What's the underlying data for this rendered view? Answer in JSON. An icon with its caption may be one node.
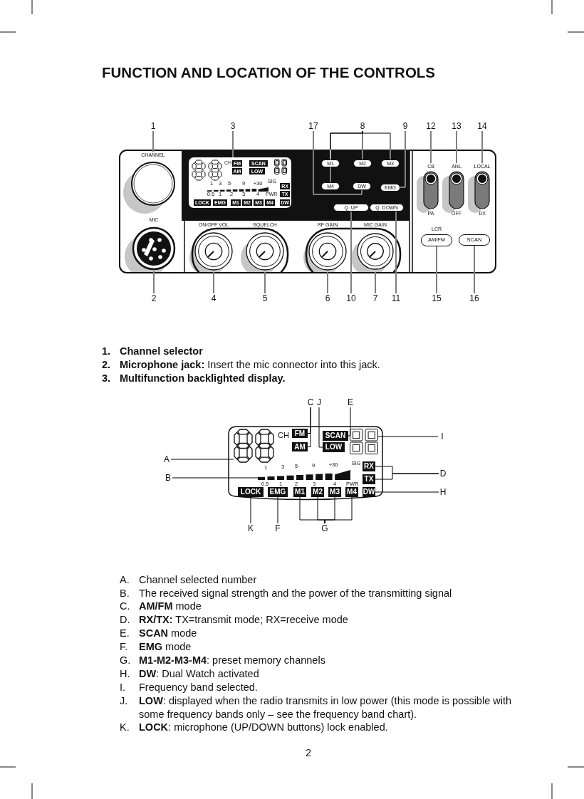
{
  "diagram": {
    "title": "FUNCTION AND LOCATION OF THE CONTROLS",
    "nodes": [
      {
        "text": [
          "1"
        ]
      },
      {
        "text": [
          "3"
        ]
      },
      {
        "text": [
          "17"
        ]
      },
      {
        "text": [
          "8"
        ]
      },
      {
        "text": [
          "9"
        ]
      },
      {
        "text": [
          "12"
        ]
      },
      {
        "text": [
          "13"
        ]
      },
      {
        "text": [
          "14"
        ]
      },
      {
        "text": [],
        "shape": "box"
      },
      {
        "text": [
          "CHANNEL"
        ],
        "in": 8
      },
      {
        "text": [
          "MIC"
        ],
        "in": 8
      },
      {
        "text": [
          "CH",
          "FM",
          "AM",
          "SCAN",
          "LOW",
          "1",
          "3",
          "5",
          "9",
          "+30",
          "SIG",
          "0.5",
          "1",
          "2",
          "3",
          "4",
          "PWR",
          "RX",
          "TX",
          "LOCK",
          "EMG",
          "M1",
          "M2",
          "M3",
          "M4",
          "DW"
        ],
        "in": 8
      },
      {
        "text": [
          "M1"
        ],
        "in": 8
      },
      {
        "text": [
          "M2"
        ],
        "in": 8
      },
      {
        "text": [
          "M3"
        ],
        "in": 8
      },
      {
        "text": [
          "M4"
        ],
        "in": 8
      },
      {
        "text": [
          "DW"
        ],
        "in": 8
      },
      {
        "text": [
          "EMG"
        ],
        "in": 8
      },
      {
        "text": [
          "Q. UP"
        ],
        "in": 8
      },
      {
        "text": [
          "Q. DOWN"
        ],
        "in": 8
      },
      {
        "text": [
          "CB",
          "PA"
        ],
        "in": 8
      },
      {
        "text": [
          "ANL",
          "OFF"
        ],
        "in": 8
      },
      {
        "text": [
          "LOCAL",
          "DX"
        ],
        "in": 8
      },
      {
        "text": [
          "ON/OFF VOL"
        ],
        "in": 8
      },
      {
        "text": [
          "SQUELCH"
        ],
        "in": 8
      },
      {
        "text": [
          "RF GAIN"
        ],
        "in": 8
      },
      {
        "text": [
          "MIC GAIN"
        ],
        "in": 8
      },
      {
        "text": [
          "LCR",
          "AM/FM"
        ],
        "in": 8
      },
      {
        "text": [
          "SCAN"
        ],
        "in": 8
      },
      {
        "text": [
          "2"
        ]
      },
      {
        "text": [
          "4"
        ]
      },
      {
        "text": [
          "5"
        ]
      },
      {
        "text": [
          "6"
        ]
      },
      {
        "text": [
          "10"
        ]
      },
      {
        "text": [
          "7"
        ]
      },
      {
        "text": [
          "11"
        ]
      },
      {
        "text": [
          "15"
        ]
      },
      {
        "text": [
          "16"
        ]
      },
      {
        "text": [
          "C"
        ]
      },
      {
        "text": [
          "J"
        ]
      },
      {
        "text": [
          "E"
        ]
      },
      {
        "text": [
          "CH",
          "1",
          "3",
          "5",
          "9",
          "+30",
          "SIG",
          "0.5",
          "1",
          "2",
          "3",
          "4",
          "PWR"
        ]
      },
      {
        "text": [],
        "shape": "digits",
        "in": 41
      },
      {
        "text": [
          "FM"
        ],
        "in": 41
      },
      {
        "text": [
          "AM"
        ],
        "in": 41
      },
      {
        "text": [
          "SCAN"
        ],
        "in": 41
      },
      {
        "text": [
          "LOW"
        ],
        "in": 41
      },
      {
        "text": [],
        "shape": "digits",
        "in": 41
      },
      {
        "text": [],
        "shape": "bar",
        "in": 41
      },
      {
        "text": [
          "RX"
        ],
        "in": 41
      },
      {
        "text": [
          "TX"
        ],
        "in": 41
      },
      {
        "text": [
          "LOCK"
        ],
        "in": 41
      },
      {
        "text": [
          "EMG"
        ],
        "in": 41
      },
      {
        "text": [
          "M1"
        ],
        "in": 41
      },
      {
        "text": [
          "M2"
        ],
        "in": 41
      },
      {
        "text": [
          "M3"
        ],
        "in": 41
      },
      {
        "text": [
          "M4"
        ],
        "in": 41
      },
      {
        "text": [
          "DW"
        ],
        "in": 41
      },
      {
        "text": [
          "I"
        ]
      },
      {
        "text": [
          "A"
        ]
      },
      {
        "text": [
          "B"
        ]
      },
      {
        "text": [
          "D"
        ]
      },
      {
        "text": [
          "H"
        ]
      },
      {
        "text": [
          "K"
        ]
      },
      {
        "text": [
          "F"
        ]
      },
      {
        "text": [
          "G"
        ]
      }
    ],
    "edges": [
      {
        "from": 0,
        "to": 9,
        "arrow": "none"
      },
      {
        "from": 1,
        "to": 11,
        "arrow": "none"
      },
      {
        "from": 2,
        "to": 16,
        "arrow": "none"
      },
      {
        "from": 3,
        "to": 12,
        "arrow": "none"
      },
      {
        "from": 3,
        "to": 13,
        "arrow": "none"
      },
      {
        "from": 3,
        "to": 14,
        "arrow": "none"
      },
      {
        "from": 3,
        "to": 15,
        "arrow": "none"
      },
      {
        "from": 4,
        "to": 17,
        "arrow": "none"
      },
      {
        "from": 5,
        "to": 20,
        "arrow": "none"
      },
      {
        "from": 6,
        "to": 21,
        "arrow": "none"
      },
      {
        "from": 7,
        "to": 22,
        "arrow": "none"
      },
      {
        "from": 29,
        "to": 10,
        "arrow": "none"
      },
      {
        "from": 30,
        "to": 23,
        "arrow": "none"
      },
      {
        "from": 31,
        "to": 24,
        "arrow": "none"
      },
      {
        "from": 32,
        "to": 25,
        "arrow": "none"
      },
      {
        "from": 33,
        "to": 18,
        "arrow": "none"
      },
      {
        "from": 34,
        "to": 26,
        "arrow": "none"
      },
      {
        "from": 35,
        "to": 19,
        "arrow": "none"
      },
      {
        "from": 36,
        "to": 27,
        "arrow": "none"
      },
      {
        "from": 37,
        "to": 28,
        "arrow": "none"
      },
      {
        "from": 38,
        "to": 43,
        "arrow": "none"
      },
      {
        "from": 38,
        "to": 44,
        "arrow": "none"
      },
      {
        "from": 39,
        "to": 46,
        "arrow": "none"
      },
      {
        "from": 40,
        "to": 45,
        "arrow": "none"
      },
      {
        "from": 58,
        "to": 47,
        "arrow": "none"
      },
      {
        "from": 59,
        "to": 42,
        "arrow": "none"
      },
      {
        "from": 60,
        "to": 48,
        "arrow": "none"
      },
      {
        "from": 61,
        "to": 49,
        "arrow": "none"
      },
      {
        "from": 61,
        "to": 50,
        "arrow": "none"
      },
      {
        "from": 62,
        "to": 57,
        "arrow": "none"
      },
      {
        "from": 63,
        "to": 51,
        "arrow": "none"
      },
      {
        "from": 64,
        "to": 52,
        "arrow": "none"
      },
      {
        "from": 65,
        "to": 53,
        "arrow": "none"
      },
      {
        "from": 65,
        "to": 54,
        "arrow": "none"
      },
      {
        "from": 65,
        "to": 55,
        "arrow": "none"
      },
      {
        "from": 65,
        "to": 56,
        "arrow": "none"
      }
    ],
    "labels": [
      "1.",
      "Channel selector",
      "2.",
      "**Microphone jack:** Insert the mic connector into this jack.",
      "3.",
      "Multifunction backlighted display.",
      "A.",
      "Channel selected number",
      "B.",
      "The received signal strength and the power of the transmitting signal",
      "C.",
      "**AM/FM** mode",
      "D.",
      "**RX/TX:** TX=transmit mode; RX=receive mode",
      "E.",
      "**SCAN** mode",
      "F.",
      "**EMG** mode",
      "G.",
      "**M1-M2-M3-M4**: preset memory channels",
      "H.",
      "**DW**: Dual Watch activated",
      "I.",
      "Frequency band selected.",
      "J.",
      "**LOW**: displayed when the radio transmits in low power (this mode is possible with some frequency bands only – see the frequency band chart).",
      "K.",
      "**LOCK**: microphone (UP/DOWN buttons) lock enabled.",
      "2"
    ]
  }
}
